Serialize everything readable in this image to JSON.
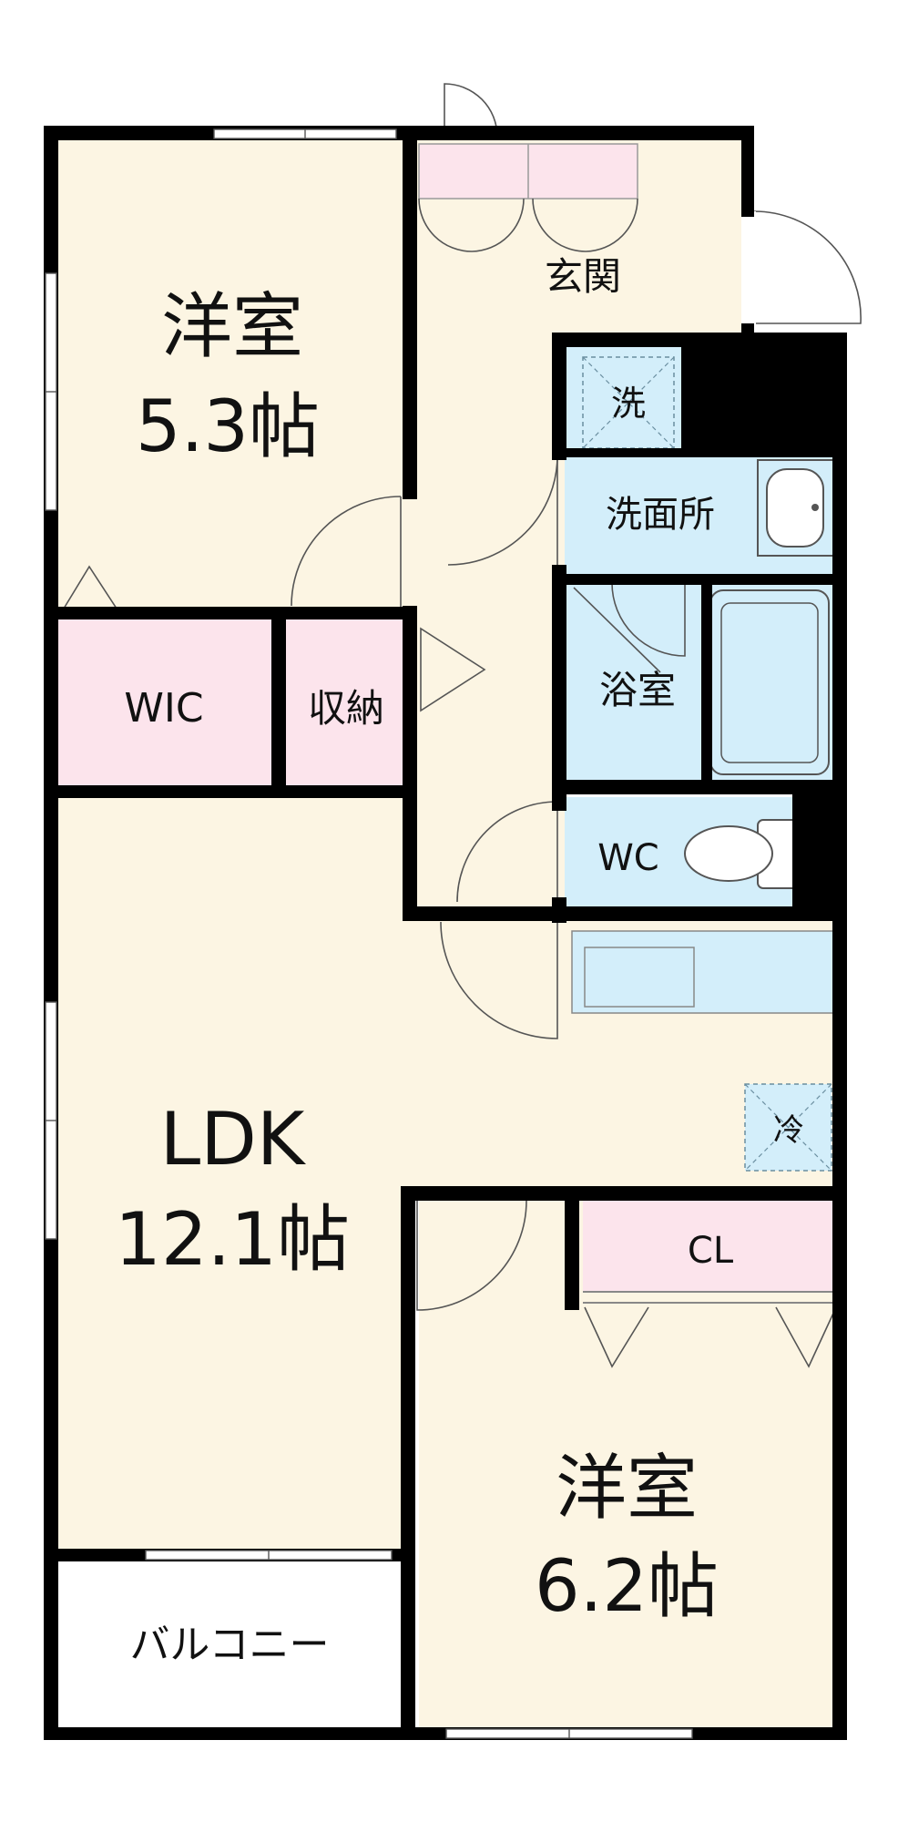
{
  "colors": {
    "wall": "#000000",
    "floor_room": "#fcf5e3",
    "storage": "#fce4ec",
    "wet_area": "#d3eefa",
    "balcony": "#ffffff"
  },
  "rooms": {
    "bedroom1": {
      "name": "洋室",
      "size": "5.3帖"
    },
    "entrance": {
      "name": "玄関"
    },
    "laundry": {
      "name": "洗"
    },
    "washroom": {
      "name": "洗面所"
    },
    "bath": {
      "name": "浴室"
    },
    "wic": {
      "name": "WIC"
    },
    "storage": {
      "name": "収納"
    },
    "toilet": {
      "name": "WC"
    },
    "ldk": {
      "name": "LDK",
      "size": "12.1帖"
    },
    "fridge": {
      "name": "冷"
    },
    "closet": {
      "name": "CL"
    },
    "bedroom2": {
      "name": "洋室",
      "size": "6.2帖"
    },
    "balcony": {
      "name": "バルコニー"
    }
  }
}
